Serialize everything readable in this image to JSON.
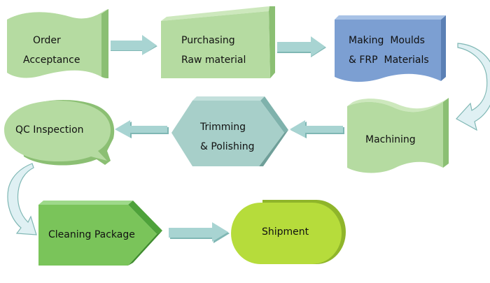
{
  "colors": {
    "light_green": "#b5dba1",
    "dark_green": "#7ac45a",
    "blue": "#7c9fd2",
    "teal": "#a7cfc9",
    "lime": "#b6dc3b",
    "arrow": "#a8d4d2",
    "curve_arrow": "#dff0f3"
  },
  "steps": [
    {
      "id": "order-acceptance",
      "lines": [
        "Order",
        "Acceptance"
      ]
    },
    {
      "id": "purchasing-raw-material",
      "lines": [
        "Purchasing",
        "Raw material"
      ]
    },
    {
      "id": "making-moulds-frp",
      "lines": [
        "Making  Moulds",
        "& FRP  Materials"
      ]
    },
    {
      "id": "machining",
      "lines": [
        "Machining"
      ]
    },
    {
      "id": "trimming-polishing",
      "lines": [
        "Trimming",
        "& Polishing"
      ]
    },
    {
      "id": "qc-inspection",
      "lines": [
        "QC Inspection"
      ]
    },
    {
      "id": "cleaning-package",
      "lines": [
        "Cleaning Package"
      ]
    },
    {
      "id": "shipment",
      "lines": [
        "Shipment"
      ]
    }
  ]
}
